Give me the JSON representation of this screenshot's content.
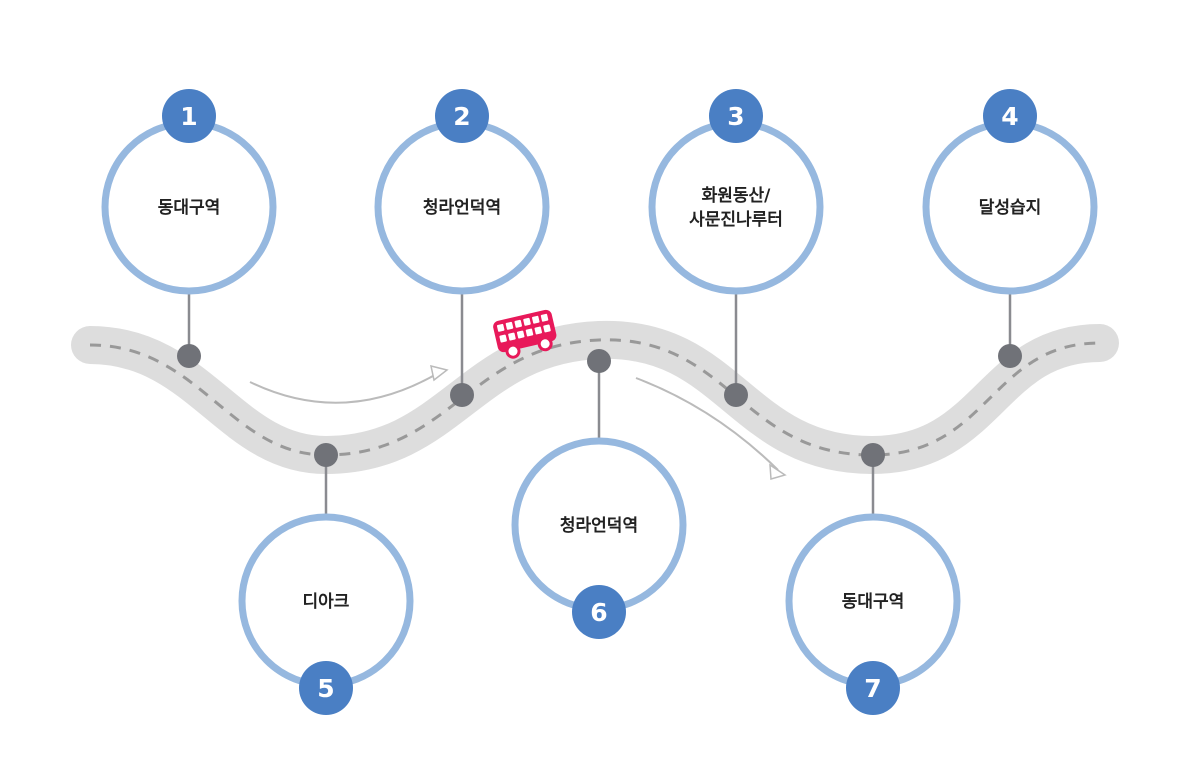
{
  "colors": {
    "road": "#dddddd",
    "road_dash": "#999999",
    "ring": "#96b8df",
    "badge": "#4a7fc4",
    "node": "#707278",
    "connector": "#8a8b90",
    "arrow": "#bbbbbb",
    "bus": "#e8195a"
  },
  "stops": [
    {
      "number": "1",
      "label": [
        "동대구역"
      ]
    },
    {
      "number": "2",
      "label": [
        "청라언덕역"
      ]
    },
    {
      "number": "3",
      "label": [
        "화원동산/",
        "사문진나루터"
      ]
    },
    {
      "number": "4",
      "label": [
        "달성습지"
      ]
    },
    {
      "number": "5",
      "label": [
        "디아크"
      ]
    },
    {
      "number": "6",
      "label": [
        "청라언덕역"
      ]
    },
    {
      "number": "7",
      "label": [
        "동대구역"
      ]
    }
  ],
  "icons": {
    "vehicle": "double-decker-bus-icon"
  }
}
